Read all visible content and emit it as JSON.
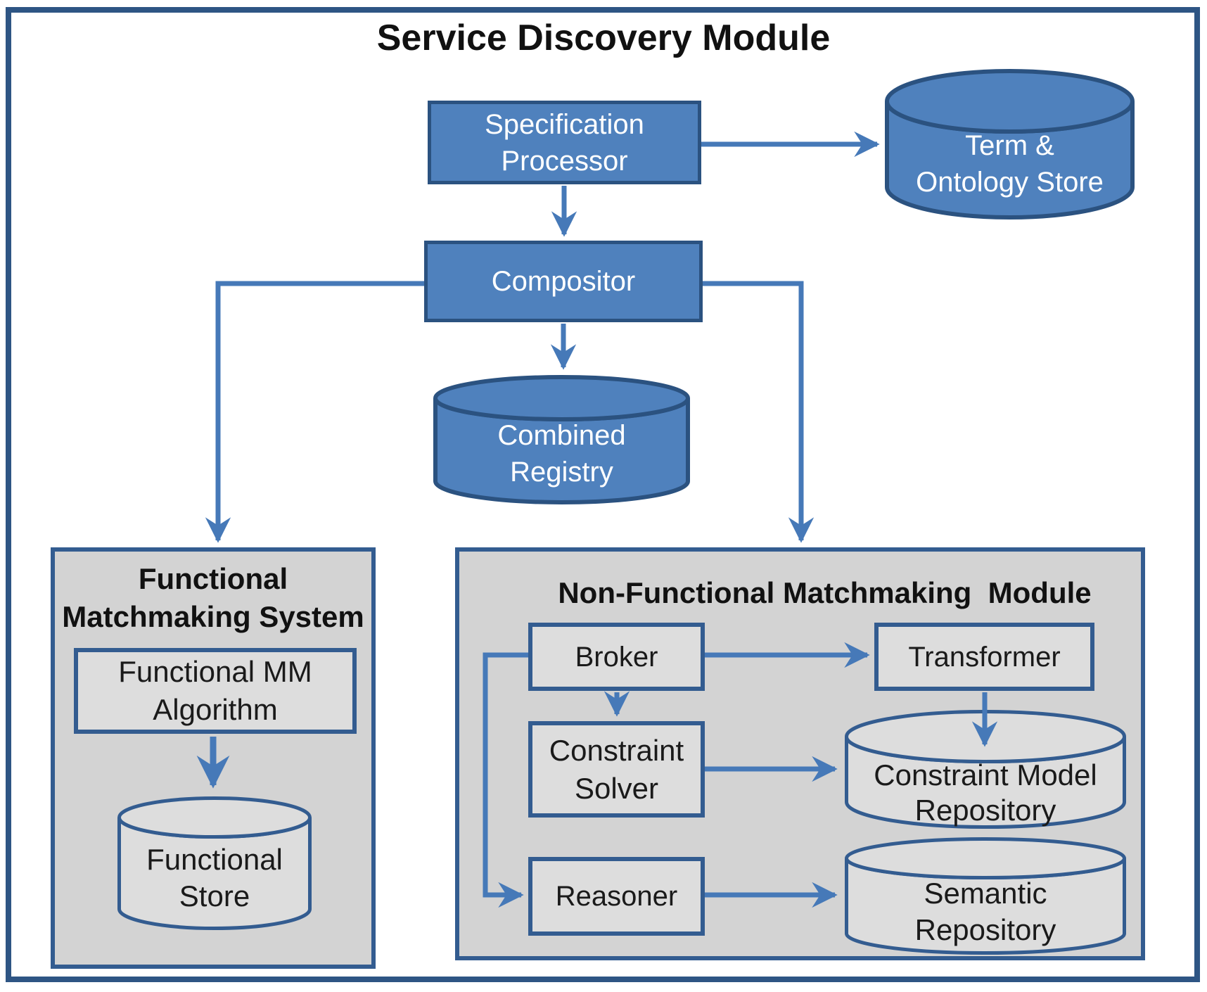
{
  "title": "Service Discovery Module",
  "colors": {
    "shape_fill_blue": "#4F81BD",
    "shape_border_blue": "#2B5280",
    "frame_border": "#2E5584",
    "panel_fill": "#D3D3D3",
    "panel_border": "#335C90",
    "gray_box_fill": "#DDDDDD",
    "arrow_blue": "#4679B8",
    "title_text": "#111111",
    "blue_shape_text": "#FFFFFF",
    "gray_shape_text": "#1A1A1A"
  },
  "nodes": {
    "specification_processor": {
      "label": [
        "Specification",
        "Processor"
      ]
    },
    "term_ontology_store": {
      "label": [
        "Term &",
        "Ontology Store"
      ]
    },
    "compositor": {
      "label": [
        "Compositor"
      ]
    },
    "combined_registry": {
      "label": [
        "Combined",
        "Registry"
      ]
    }
  },
  "functional_panel": {
    "title": [
      "Functional",
      "Matchmaking System"
    ],
    "nodes": {
      "functional_mm_algorithm": {
        "label": [
          "Functional MM",
          "Algorithm"
        ]
      },
      "functional_store": {
        "label": [
          "Functional",
          "Store"
        ]
      }
    }
  },
  "non_functional_panel": {
    "title": [
      "Non-Functional Matchmaking  Module"
    ],
    "nodes": {
      "broker": {
        "label": [
          "Broker"
        ]
      },
      "transformer": {
        "label": [
          "Transformer"
        ]
      },
      "constraint_solver": {
        "label": [
          "Constraint",
          "Solver"
        ]
      },
      "constraint_model_repository": {
        "label": [
          "Constraint Model",
          "Repository"
        ]
      },
      "reasoner": {
        "label": [
          "Reasoner"
        ]
      },
      "semantic_repository": {
        "label": [
          "Semantic",
          "Repository"
        ]
      }
    }
  },
  "edges": [
    {
      "from": "specification-processor",
      "to": "term-ontology-store"
    },
    {
      "from": "specification-processor",
      "to": "compositor"
    },
    {
      "from": "compositor",
      "to": "combined-registry"
    },
    {
      "from": "compositor",
      "to": "functional-matchmaking-system"
    },
    {
      "from": "compositor",
      "to": "non-functional-matchmaking-module"
    },
    {
      "from": "broker",
      "to": "transformer"
    },
    {
      "from": "broker",
      "to": "constraint-solver"
    },
    {
      "from": "broker",
      "to": "reasoner"
    },
    {
      "from": "transformer",
      "to": "constraint-model-repository"
    },
    {
      "from": "constraint-solver",
      "to": "constraint-model-repository"
    },
    {
      "from": "reasoner",
      "to": "semantic-repository"
    },
    {
      "from": "functional-mm-algorithm",
      "to": "functional-store"
    }
  ]
}
